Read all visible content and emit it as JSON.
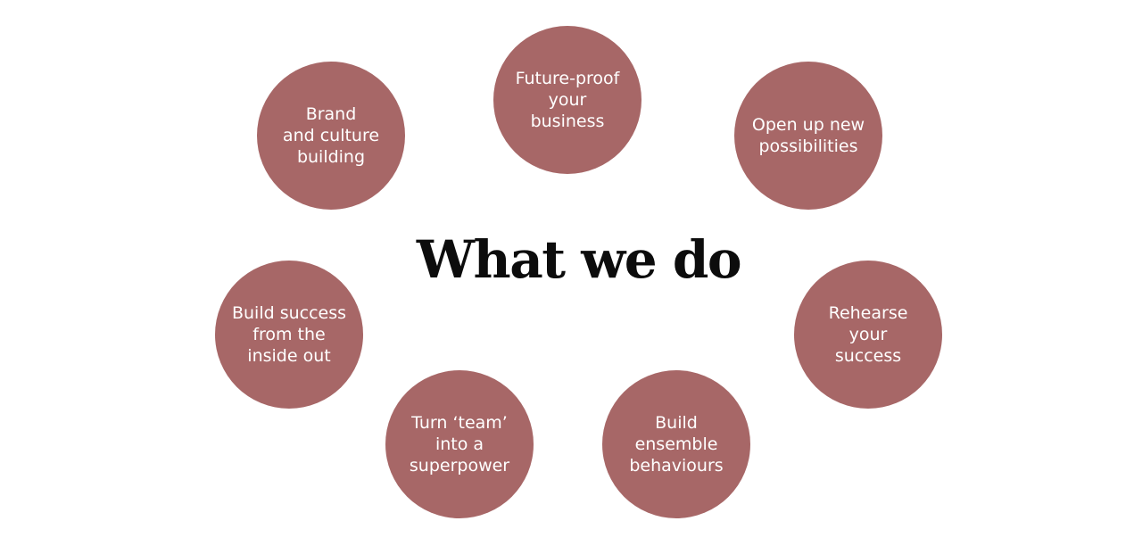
{
  "title": "What we do",
  "circles": [
    {
      "id": "future",
      "label": "Future-proof\nyour\nbusiness"
    },
    {
      "id": "brand",
      "label": "Brand\nand culture\nbuilding"
    },
    {
      "id": "open",
      "label": "Open up new\npossibilities"
    },
    {
      "id": "inside",
      "label": "Build success\nfrom the\ninside out"
    },
    {
      "id": "rehearse",
      "label": "Rehearse\nyour\nsuccess"
    },
    {
      "id": "team",
      "label": "Turn ‘team’\ninto a\nsuperpower"
    },
    {
      "id": "ensemble",
      "label": "Build\nensemble\nbehaviours"
    }
  ],
  "colors": {
    "circle_fill": "#a76767",
    "circle_text": "#ffffff",
    "title_text": "#0c0c0c",
    "background": "#ffffff"
  }
}
